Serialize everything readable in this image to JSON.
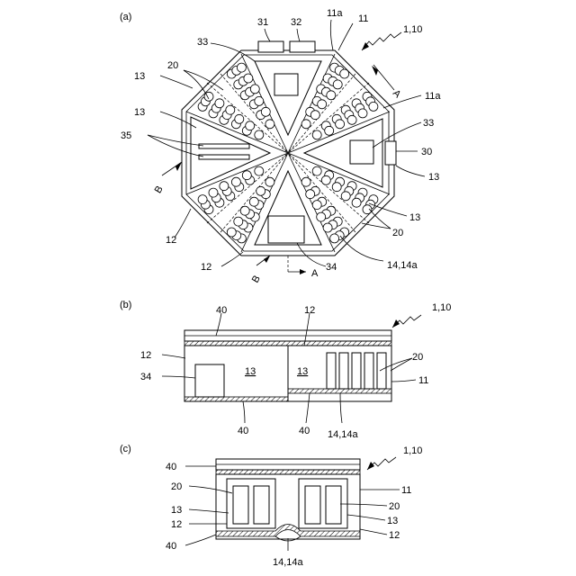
{
  "panels": {
    "a": "(a)",
    "b": "(b)",
    "c": "(c)"
  },
  "labels": {
    "a": {
      "l31": "31",
      "l32": "32",
      "l11a_top": "11a",
      "l11": "11",
      "l1_10": "1,10",
      "l33_left": "33",
      "l13_a": "13",
      "l20": "20",
      "l13_b": "13",
      "l35": "35",
      "lB_left": "B",
      "l12_left": "12",
      "l12_bot": "12",
      "lB_bot": "B",
      "lA_bot": "A",
      "l34": "34",
      "l14": "14,14a",
      "lA_top": "A",
      "l11a_right": "11a",
      "l33_right": "33",
      "l30": "30",
      "l13_right": "13",
      "l13_right2": "13",
      "l20_right": "20"
    },
    "b": {
      "l40_top": "40",
      "l12_top": "12",
      "l1_10": "1,10",
      "l12_left": "12",
      "l34": "34",
      "l13_mid1": "13",
      "l13_mid2": "13",
      "l20": "20",
      "l11": "11",
      "l40_bot1": "40",
      "l40_bot2": "40",
      "l14": "14,14a"
    },
    "c": {
      "l1_10": "1,10",
      "l40_top": "40",
      "l20_left": "20",
      "l13_left": "13",
      "l12_left": "12",
      "l40_bot": "40",
      "l11": "11",
      "l20_right": "20",
      "l13_right": "13",
      "l12_right": "12",
      "l14": "14,14a"
    }
  }
}
